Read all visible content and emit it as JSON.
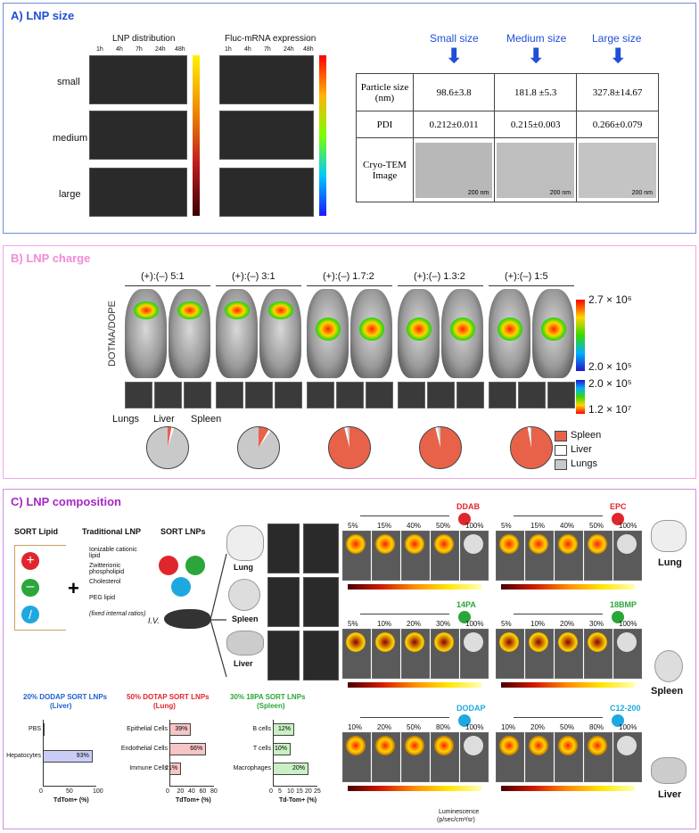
{
  "panel_a": {
    "title": "A) LNP size",
    "distribution_title": "LNP distribution",
    "expression_title": "Fluc-mRNA expression",
    "timepoints": [
      "1h",
      "4h",
      "7h",
      "24h",
      "48h"
    ],
    "rows": [
      "small",
      "medium",
      "large"
    ],
    "size_heads": [
      "Small size",
      "Medium size",
      "Large size"
    ],
    "table": {
      "row_labels": [
        "Particle size (nm)",
        "PDI",
        "Cryo-TEM Image"
      ],
      "particle_size": [
        "98.6±3.8",
        "181.8 ±5.3",
        "327.8±14.67"
      ],
      "pdi": [
        "0.212±0.011",
        "0.215±0.003",
        "0.266±0.079"
      ],
      "scale": "200 nm"
    },
    "accent": "#1f4fd6"
  },
  "panel_b": {
    "title": "B) LNP charge",
    "ratios": [
      "(+):(–) 5:1",
      "(+):(–) 3:1",
      "(+):(–) 1.7:2",
      "(+):(–) 1.3:2",
      "(+):(–) 1:5"
    ],
    "side_label": "DOTMA/DOPE",
    "scale_top": "2.7 × 10⁶",
    "scale_mid": "2.0 × 10⁵",
    "scale_low1": "2.0 × 10⁵",
    "scale_low2": "1.2 × 10⁷",
    "organ_labels": [
      "Lungs",
      "Liver",
      "Spleen"
    ],
    "legend": [
      "Spleen",
      "Liver",
      "Lungs"
    ],
    "spleen_fractions": [
      0.03,
      0.08,
      0.96,
      0.96,
      0.97
    ],
    "colors": {
      "spleen": "#e8624a",
      "liver": "#ffffff",
      "lungs": "#c9c9c9"
    }
  },
  "panel_c": {
    "title": "C) LNP composition",
    "sort_lipid": "SORT Lipid",
    "traditional_lnp": "Traditional LNP",
    "sort_lnps": "SORT LNPs",
    "components": [
      "Ionizable cationic lipid",
      "Zwitterionic phospholipid",
      "Cholesterol",
      "PEG lipid",
      "(fixed internal ratios)"
    ],
    "iv": "I.V.",
    "organs": [
      "Lung",
      "Spleen",
      "Liver"
    ],
    "lipids_row1": [
      "DDAB",
      "EPC"
    ],
    "lipids_row2": [
      "14PA",
      "18BMP"
    ],
    "lipids_row3": [
      "DODAP",
      "C12-200"
    ],
    "pct_row1a": [
      "5%",
      "15%",
      "40%",
      "50%",
      "100%"
    ],
    "pct_row1b": [
      "5%",
      "15%",
      "40%",
      "50%",
      "100%"
    ],
    "pct_row2a": [
      "5%",
      "10%",
      "20%",
      "30%",
      "100%"
    ],
    "pct_row2b": [
      "5%",
      "10%",
      "20%",
      "30%",
      "100%"
    ],
    "pct_row3a": [
      "10%",
      "20%",
      "50%",
      "80%",
      "100%"
    ],
    "pct_row3b": [
      "10%",
      "20%",
      "50%",
      "80%",
      "100%"
    ],
    "luminescence": "Luminescence",
    "lum_units": "(p/sec/cm²/sr)",
    "charts": [
      {
        "title": "20% DODAP SORT LNPs",
        "subtitle": "(Liver)",
        "color": "#1f5fd0",
        "categories": [
          "PBS",
          "Hepatocytes"
        ],
        "values": [
          0,
          93
        ],
        "labels": [
          "",
          "93%"
        ],
        "xlabel": "TdTom+ (%)",
        "ticks": [
          "0",
          "50",
          "100"
        ],
        "max": 100,
        "bar_color": "#c9cdf5"
      },
      {
        "title": "50% DOTAP SORT LNPs",
        "subtitle": "(Lung)",
        "color": "#e0262d",
        "categories": [
          "Epithelial Cells",
          "Endothelial Cells",
          "Immune Cells"
        ],
        "values": [
          39,
          66,
          21
        ],
        "labels": [
          "39%",
          "66%",
          "21%"
        ],
        "xlabel": "TdTom+ (%)",
        "ticks": [
          "0",
          "20",
          "40",
          "60",
          "80"
        ],
        "max": 80,
        "bar_color": "#f6c5c5"
      },
      {
        "title": "30% 18PA SORT LNPs",
        "subtitle": "(Spleen)",
        "color": "#2aa63a",
        "categories": [
          "B cells",
          "T cells",
          "Macrophages"
        ],
        "values": [
          12,
          10,
          20
        ],
        "labels": [
          "12%",
          "10%",
          "20%"
        ],
        "xlabel": "Td-Tom+ (%)",
        "ticks": [
          "0",
          "5",
          "10",
          "15",
          "20",
          "25"
        ],
        "max": 25,
        "bar_color": "#c9f0c4"
      }
    ]
  }
}
